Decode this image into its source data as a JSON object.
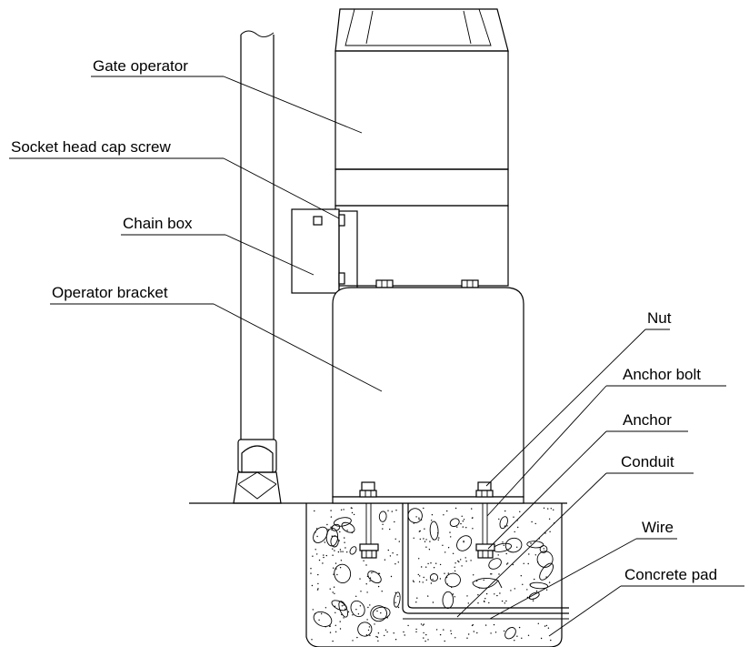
{
  "labels": {
    "gate_operator": "Gate operator",
    "socket_head_cap_screw": "Socket head cap screw",
    "chain_box": "Chain box",
    "operator_bracket": "Operator bracket",
    "nut": "Nut",
    "anchor_bolt": "Anchor bolt",
    "anchor": "Anchor",
    "conduit": "Conduit",
    "wire": "Wire",
    "concrete_pad": "Concrete pad"
  },
  "colors": {
    "line": "#000000",
    "background": "#ffffff"
  }
}
